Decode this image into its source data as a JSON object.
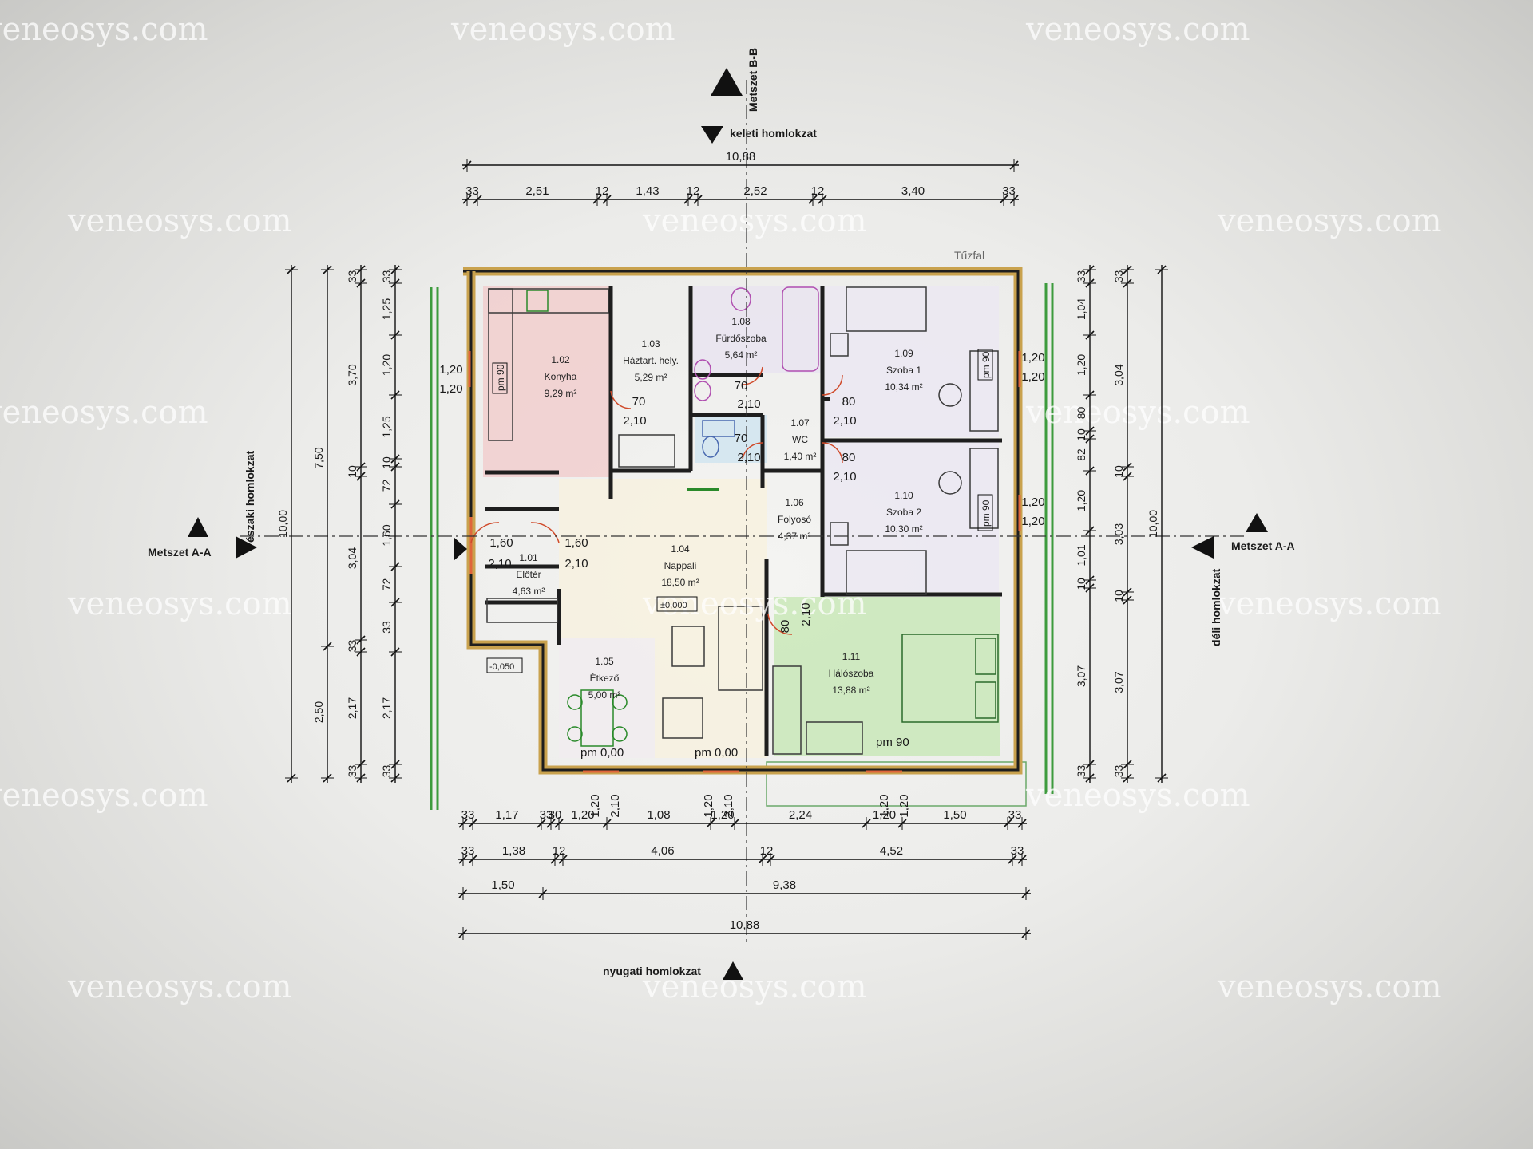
{
  "watermark": "veneosys.com",
  "labels": {
    "section_bb": "Metszet B-B",
    "facade_east": "keleti homlokzat",
    "facade_west": "nyugati homlokzat",
    "facade_north": "északi homlokzat",
    "facade_south": "déli homlokzat",
    "section_aa_left": "Metszet A-A",
    "section_aa_right": "Metszet A-A",
    "firewall": "Tűzfal"
  },
  "rooms": [
    {
      "num": "1.01",
      "name": "Előtér",
      "area": "4,63 m²"
    },
    {
      "num": "1.02",
      "name": "Konyha",
      "area": "9,29 m²"
    },
    {
      "num": "1.03",
      "name": "Háztart. hely.",
      "area": "5,29 m²"
    },
    {
      "num": "1.04",
      "name": "Nappali",
      "area": "18,50 m²"
    },
    {
      "num": "1.05",
      "name": "Étkező",
      "area": "5,00 m²"
    },
    {
      "num": "1.06",
      "name": "Folyosó",
      "area": "4,37 m²"
    },
    {
      "num": "1.07",
      "name": "WC",
      "area": "1,40 m²"
    },
    {
      "num": "1.08",
      "name": "Fürdőszoba",
      "area": "5,64 m²"
    },
    {
      "num": "1.09",
      "name": "Szoba 1",
      "area": "10,34 m²"
    },
    {
      "num": "1.10",
      "name": "Szoba 2",
      "area": "10,30 m²"
    },
    {
      "num": "1.11",
      "name": "Hálószoba",
      "area": "13,88 m²"
    }
  ],
  "dims_top": {
    "total": "10,88",
    "segments": [
      "33",
      "2,51",
      "12",
      "1,43",
      "12",
      "2,52",
      "12",
      "3,40",
      "33"
    ]
  },
  "dims_bottom": {
    "row1": [
      "33",
      "1,17",
      "33",
      "30",
      "1,20",
      "1,08",
      "1,20",
      "2,24",
      "1,20",
      "1,50",
      "33"
    ],
    "row2": [
      "33",
      "1,38",
      "12",
      "4,06",
      "12",
      "4,52",
      "33"
    ],
    "row3": [
      "1,50",
      "9,38"
    ],
    "total": "10,88"
  },
  "dims_left": {
    "outer": "10,00",
    "col2": [
      "7,50",
      "2,50"
    ],
    "col3": [
      "33",
      "3,70",
      "10",
      "3,04",
      "33",
      "2,17",
      "33"
    ],
    "col4": [
      "33",
      "1,25",
      "1,20",
      "1,25",
      "10",
      "72",
      "1,60",
      "72",
      "33",
      "2,17",
      "33"
    ]
  },
  "dims_right": {
    "outer": "10,00",
    "col1": [
      "33",
      "1,04",
      "1,20",
      "80",
      "10",
      "82",
      "1,20",
      "1,01",
      "10",
      "3,07",
      "33"
    ],
    "col2": [
      "33",
      "3,04",
      "10",
      "3,03",
      "10",
      "3,07",
      "33"
    ]
  },
  "windows": {
    "w_kitchen": [
      "1,20",
      "1,20"
    ],
    "w_szoba1": [
      "1,20",
      "1,20"
    ],
    "w_szoba2": [
      "1,20",
      "1,20"
    ],
    "w_bottom1": [
      "1,20",
      "2,10"
    ],
    "w_bottom2": [
      "1,20",
      "2,10"
    ],
    "w_bottom3": [
      "1,20",
      "1,20"
    ]
  },
  "doors": [
    {
      "w": "70",
      "h": "2,10"
    },
    {
      "w": "70",
      "h": "2,10"
    },
    {
      "w": "80",
      "h": "2,10"
    },
    {
      "w": "70",
      "h": "2,10"
    },
    {
      "w": "80",
      "h": "2,10"
    },
    {
      "w": "80",
      "h": "2,10"
    },
    {
      "w": "1,60",
      "h": "2,10"
    },
    {
      "w": "1,60",
      "h": "2,10"
    }
  ],
  "levels": {
    "pm_bottom": [
      "pm 0,00",
      "pm 0,00"
    ],
    "pm_90_bottom": "pm 90",
    "pm_90_kitchen": "pm 90",
    "pm_90_szoba1": "pm 90",
    "pm_90_szoba2": "pm 90",
    "level_living": "±0,000",
    "level_outside": "-0,050"
  },
  "colors": {
    "wall": "#c9a24e",
    "kitchen": "#f2c9c9",
    "bathroom": "#e8e4f0",
    "bedroom": "#c9e7b9",
    "living": "#f7f1de",
    "dimline": "#111111",
    "facade_green": "#3d9b3d"
  }
}
